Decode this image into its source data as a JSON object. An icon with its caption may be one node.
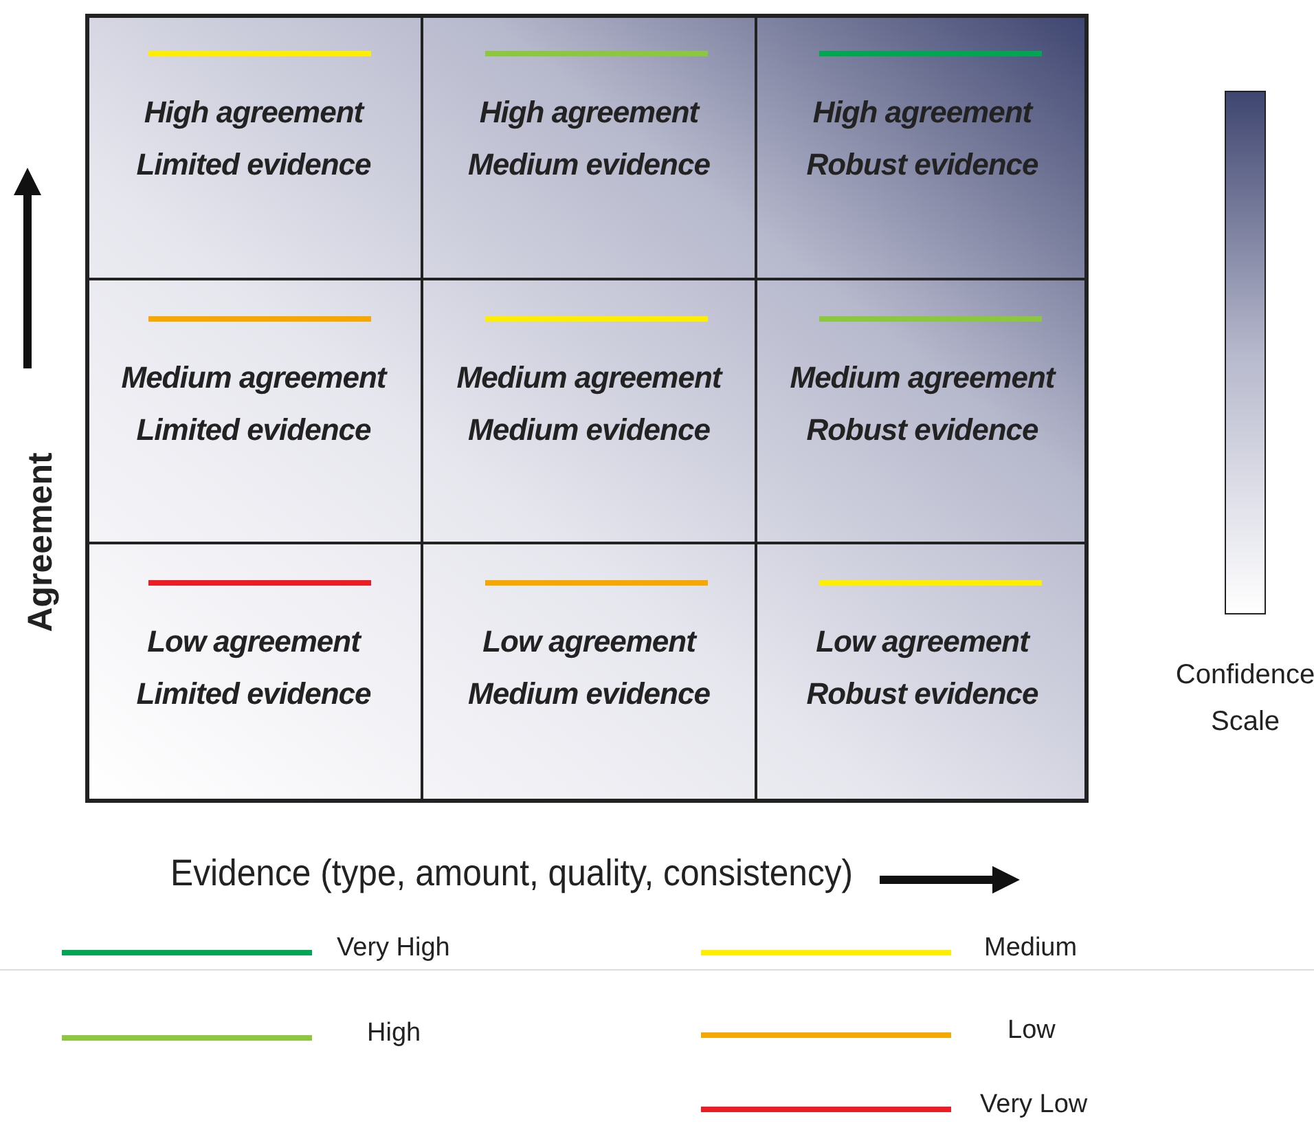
{
  "diagram": {
    "nodes": [
      {
        "text": [
          "High agreement",
          "Limited evidence"
        ]
      },
      {
        "text": [
          "High agreement",
          "Medium evidence"
        ]
      },
      {
        "text": [
          "High agreement",
          "Robust evidence"
        ]
      },
      {
        "text": [
          "Medium agreement",
          "Limited evidence"
        ]
      },
      {
        "text": [
          "Medium agreement",
          "Medium evidence"
        ]
      },
      {
        "text": [
          "Medium agreement",
          "Robust evidence"
        ]
      },
      {
        "text": [
          "Low agreement",
          "Limited evidence"
        ]
      },
      {
        "text": [
          "Low agreement",
          "Medium evidence"
        ]
      },
      {
        "text": [
          "Low agreement",
          "Robust evidence"
        ]
      },
      {
        "text": [],
        "shape": "bar",
        "beside": [
          "Confidence Scale"
        ]
      }
    ],
    "labels": [
      "Agreement",
      "Evidence (type, amount, quality, consistency)"
    ],
    "legend": [
      {
        "text": "Very High",
        "color": "#00a651"
      },
      {
        "text": "Medium",
        "color": "#ffee00"
      },
      {
        "text": "High",
        "color": "#8dc63f"
      },
      {
        "text": "Low",
        "color": "#f7a800"
      },
      {
        "text": "Very Low",
        "color": "#ed1c24"
      }
    ]
  }
}
